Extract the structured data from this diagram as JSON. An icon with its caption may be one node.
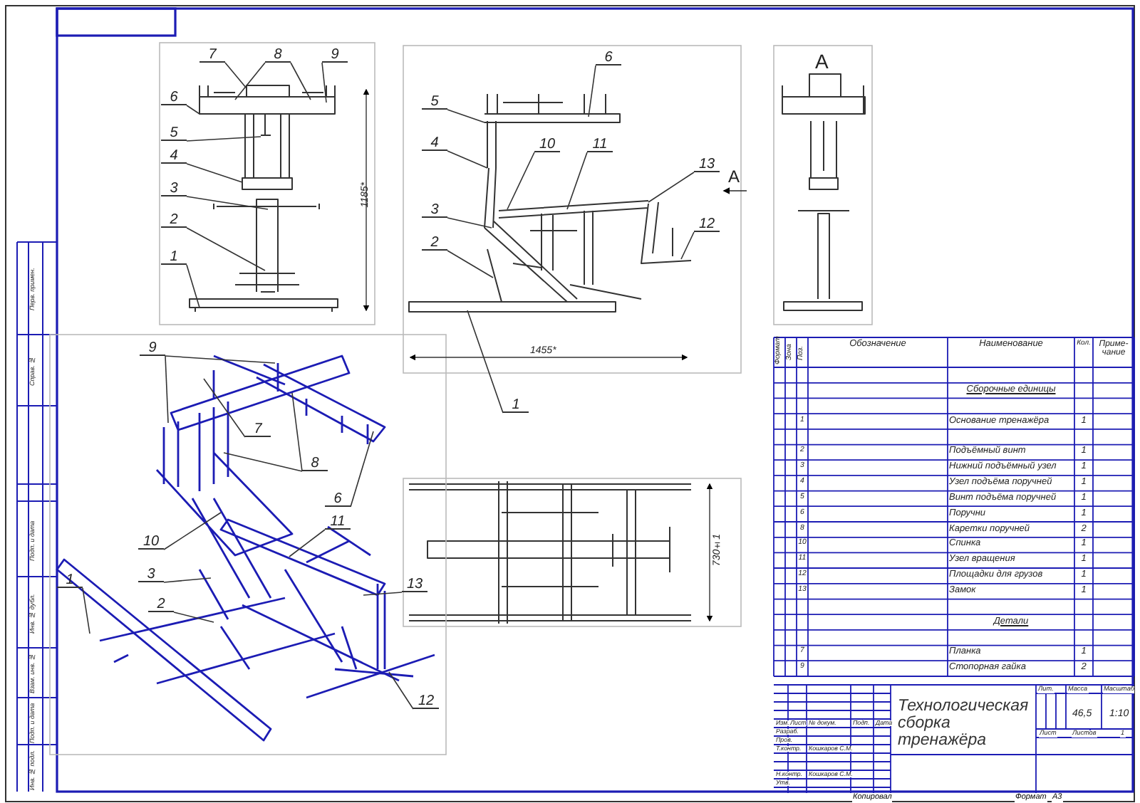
{
  "diagram": {
    "nodes": [
      {
        "text": [
          "7"
        ]
      },
      {
        "text": [
          "8"
        ]
      },
      {
        "text": [
          "9"
        ]
      },
      {
        "text": [
          "6"
        ]
      },
      {
        "text": [
          "5"
        ]
      },
      {
        "text": [
          "4"
        ]
      },
      {
        "text": [
          "3"
        ]
      },
      {
        "text": [
          "2"
        ]
      },
      {
        "text": [
          "1"
        ]
      },
      {
        "text": [
          "6"
        ]
      },
      {
        "text": [
          "5"
        ]
      },
      {
        "text": [
          "4"
        ]
      },
      {
        "text": [
          "10"
        ]
      },
      {
        "text": [
          "11"
        ]
      },
      {
        "text": [
          "13"
        ]
      },
      {
        "text": [
          "3"
        ]
      },
      {
        "text": [
          "12"
        ]
      },
      {
        "text": [
          "2"
        ]
      },
      {
        "text": [
          "1"
        ]
      },
      {
        "text": [
          "9"
        ]
      },
      {
        "text": [
          "7"
        ]
      },
      {
        "text": [
          "8"
        ]
      },
      {
        "text": [
          "6"
        ]
      },
      {
        "text": [
          "11"
        ]
      },
      {
        "text": [
          "10"
        ]
      },
      {
        "text": [
          "3"
        ]
      },
      {
        "text": [
          "2"
        ]
      },
      {
        "text": [
          "1"
        ]
      },
      {
        "text": [
          "13"
        ]
      },
      {
        "text": [
          "12"
        ]
      }
    ],
    "edges": [
      {
        "from": 0,
        "to": null,
        "arrow": "none"
      },
      {
        "from": 1,
        "to": null,
        "arrow": "none"
      },
      {
        "from": 1,
        "to": null,
        "arrow": "none"
      },
      {
        "from": 2,
        "to": null,
        "arrow": "none"
      },
      {
        "from": 3,
        "to": null,
        "arrow": "none"
      },
      {
        "from": 4,
        "to": null,
        "arrow": "none"
      },
      {
        "from": 5,
        "to": null,
        "arrow": "none"
      },
      {
        "from": 6,
        "to": null,
        "arrow": "none"
      },
      {
        "from": 7,
        "to": null,
        "arrow": "none"
      },
      {
        "from": 8,
        "to": null,
        "arrow": "none"
      },
      {
        "from": 9,
        "to": null,
        "arrow": "none"
      },
      {
        "from": 10,
        "to": null,
        "arrow": "none"
      },
      {
        "from": 11,
        "to": null,
        "arrow": "none"
      },
      {
        "from": 12,
        "to": null,
        "arrow": "none"
      },
      {
        "from": 13,
        "to": null,
        "arrow": "none"
      },
      {
        "from": 14,
        "to": null,
        "arrow": "none"
      },
      {
        "from": 15,
        "to": null,
        "arrow": "none"
      },
      {
        "from": 16,
        "to": null,
        "arrow": "none"
      },
      {
        "from": 17,
        "to": null,
        "arrow": "none"
      },
      {
        "from": 18,
        "to": null,
        "arrow": "none"
      },
      {
        "from": 19,
        "to": null,
        "arrow": "none"
      },
      {
        "from": 19,
        "to": null,
        "arrow": "none"
      },
      {
        "from": 20,
        "to": null,
        "arrow": "none"
      },
      {
        "from": 21,
        "to": null,
        "arrow": "none"
      },
      {
        "from": 21,
        "to": null,
        "arrow": "none"
      },
      {
        "from": 22,
        "to": null,
        "arrow": "none"
      },
      {
        "from": 23,
        "to": null,
        "arrow": "none"
      },
      {
        "from": 24,
        "to": null,
        "arrow": "none"
      },
      {
        "from": 25,
        "to": null,
        "arrow": "none"
      },
      {
        "from": 26,
        "to": null,
        "arrow": "none"
      },
      {
        "from": 27,
        "to": null,
        "arrow": "none"
      },
      {
        "from": 28,
        "to": null,
        "arrow": "none"
      },
      {
        "from": 29,
        "to": null,
        "arrow": "none"
      }
    ],
    "labels": [
      "1185*",
      "A",
      "A",
      "1455*",
      "730±1",
      "Формат",
      "Зона",
      "Поз.",
      "Обозначение",
      "Наименование",
      "Кол.",
      "Приме- чание",
      "Сборочные единицы",
      "1",
      "Основание тренажёра",
      "1",
      "2",
      "Подъёмный винт",
      "1",
      "3",
      "Нижний подъёмный узел",
      "1",
      "4",
      "Узел подъёма поручней",
      "1",
      "5",
      "Винт подъёма поручней",
      "1",
      "6",
      "Поручни",
      "1",
      "8",
      "Каретки поручней",
      "2",
      "10",
      "Спинка",
      "1",
      "11",
      "Узел вращения",
      "1",
      "12",
      "Площадки для грузов",
      "1",
      "13",
      "Замок",
      "1",
      "Детали",
      "7",
      "Планка",
      "1",
      "9",
      "Стопорная гайка",
      "2",
      "Изм.",
      "Лист",
      "№ докум.",
      "Подп.",
      "Дата",
      "Разраб.",
      "Пров.",
      "Т.контр.",
      "Кошкаров С.М.",
      "Н.контр.",
      "Кошкаров С.М.",
      "Утв.",
      "Технологическая сборка тренажёра",
      "Лит.",
      "Масса",
      "Масштаб",
      "46,5",
      "1:10",
      "Лист",
      "Листов",
      "1",
      "Копировал",
      "Формат",
      "A3",
      "Перв. примен.",
      "Справ. №",
      "Подп. и дата",
      "Инв. № дубл.",
      "Взам. инв. №",
      "Подп. и дата",
      "Инв. № подл."
    ]
  }
}
